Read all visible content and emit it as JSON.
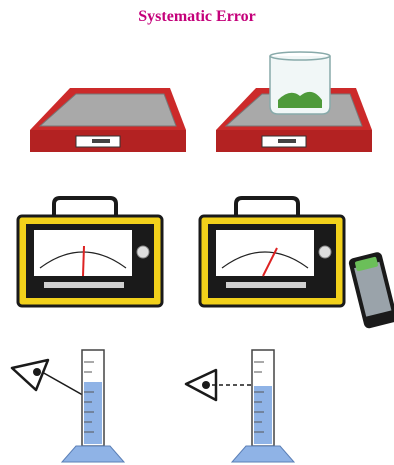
{
  "title": {
    "text": "Systematic Error"
  },
  "colors": {
    "title": "#c4007a",
    "scale_red": "#cc2a2a",
    "scale_plate": "#a9a9a9",
    "meter_yellow": "#f2d11b",
    "meter_body": "#1a1a1a",
    "liquid_blue": "#8fb3e6",
    "powder_green": "#4e9a3a",
    "phone_green": "#6bbf59"
  },
  "icons": [
    "balance-scale",
    "balance-scale-with-beaker",
    "analog-meter",
    "analog-meter",
    "smartphone",
    "eye",
    "measuring-cylinder",
    "eye",
    "measuring-cylinder"
  ]
}
